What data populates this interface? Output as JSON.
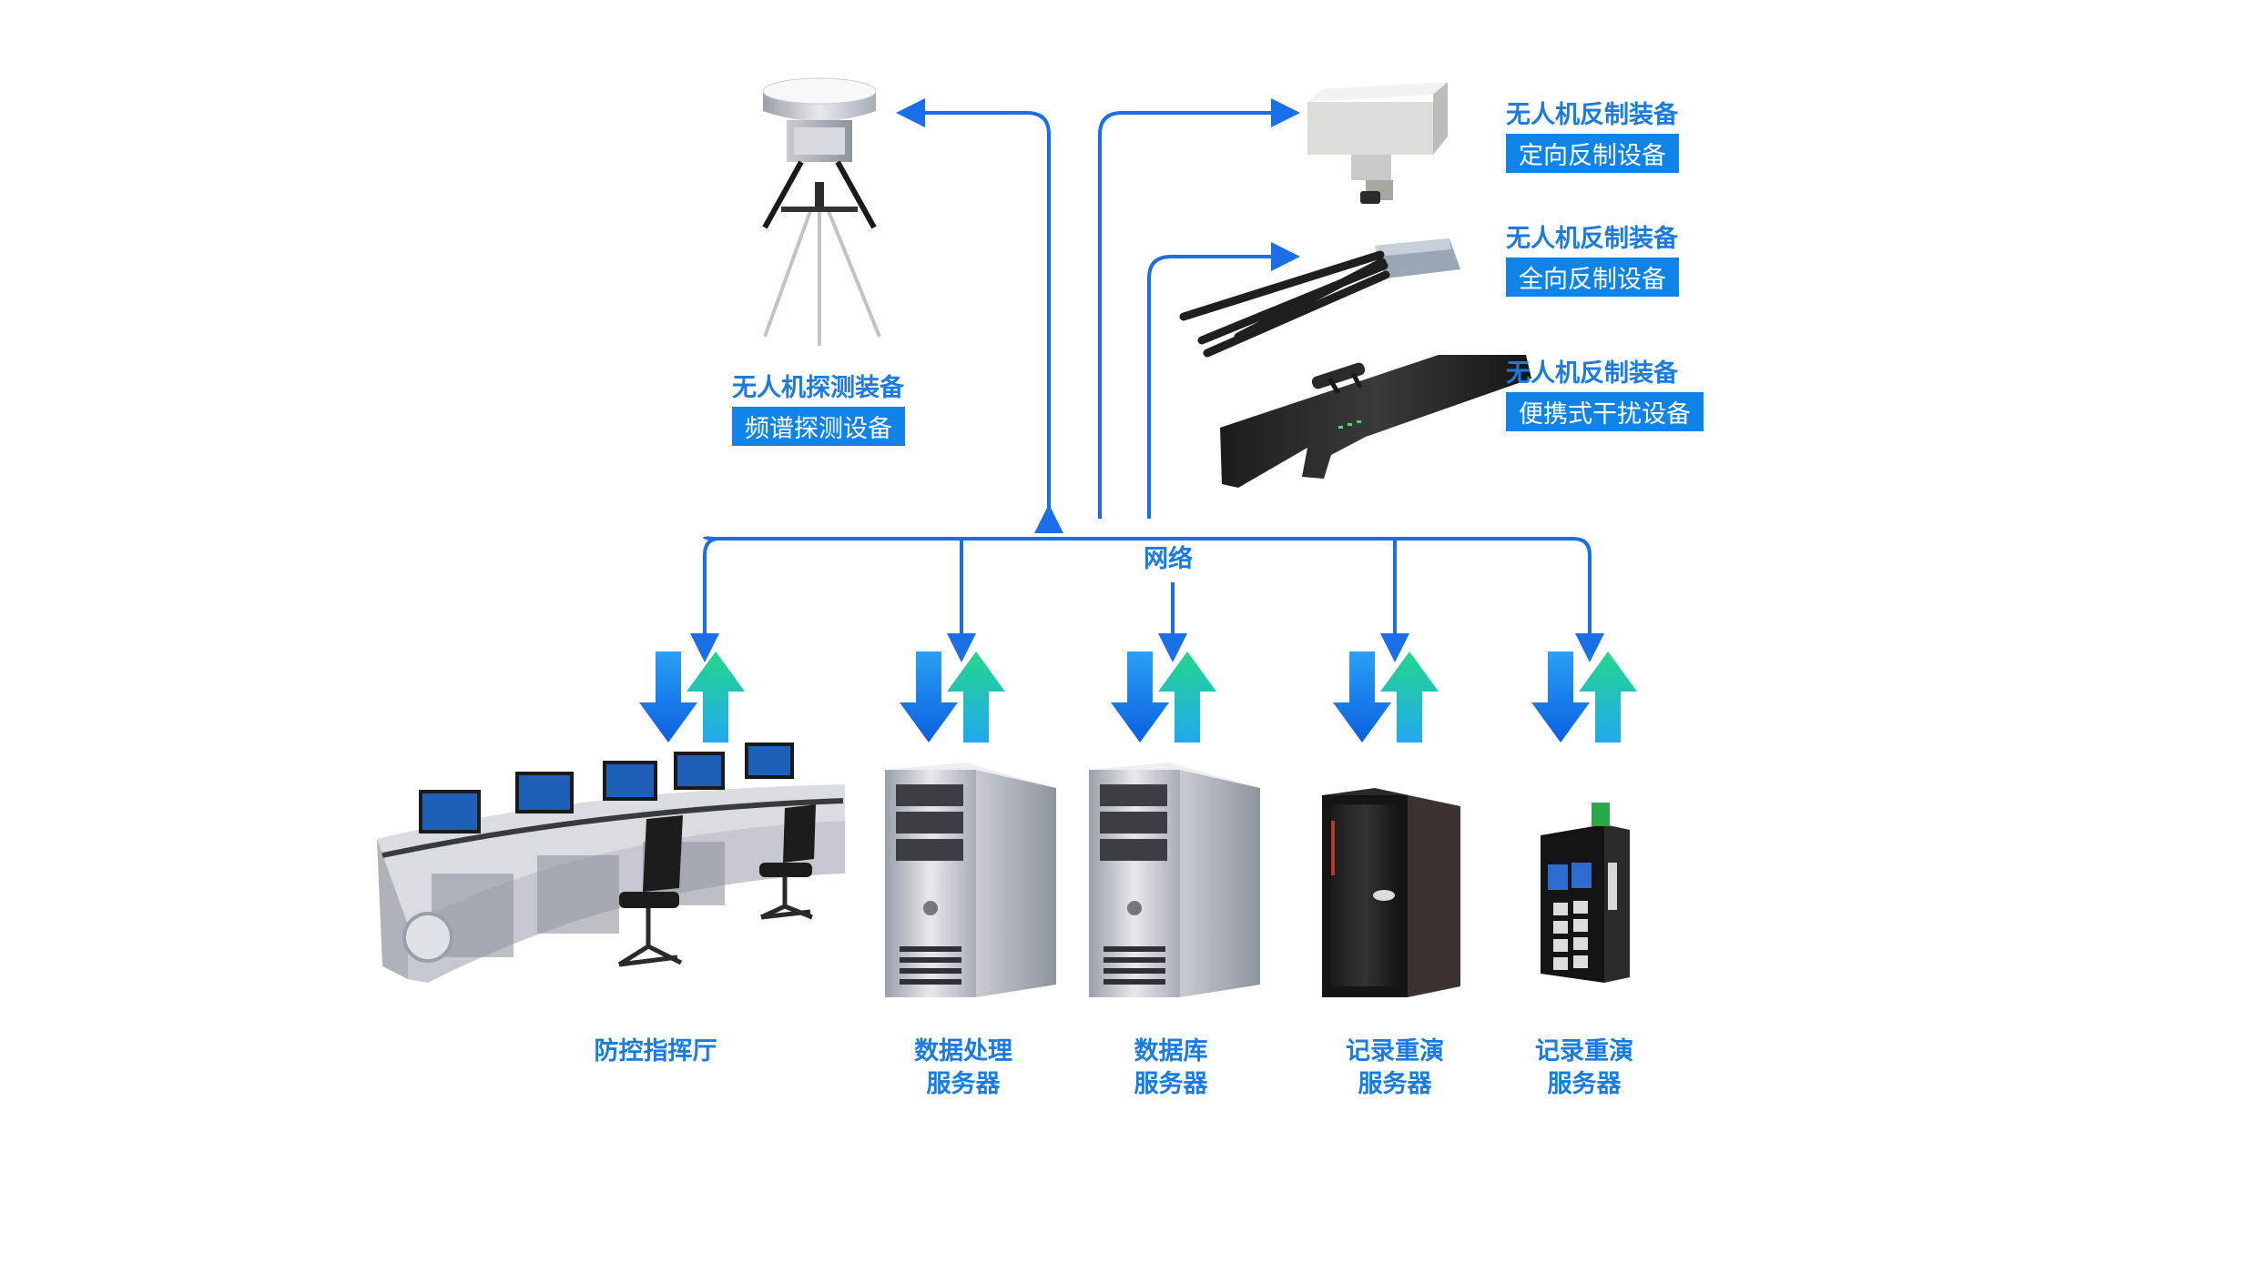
{
  "network_label": "网络",
  "detection": {
    "title": "无人机探测装备",
    "subtitle": "频谱探测设备"
  },
  "countermeasures": [
    {
      "title": "无人机反制装备",
      "subtitle": "定向反制设备"
    },
    {
      "title": "无人机反制装备",
      "subtitle": "全向反制设备"
    },
    {
      "title": "无人机反制装备",
      "subtitle": "便携式干扰设备"
    }
  ],
  "nodes": [
    {
      "line1": "防控指挥厅",
      "line2": ""
    },
    {
      "line1": "数据处理",
      "line2": "服务器"
    },
    {
      "line1": "数据库",
      "line2": "服务器"
    },
    {
      "line1": "记录重演",
      "line2": "服务器"
    },
    {
      "line1": "记录重演",
      "line2": "服务器"
    }
  ],
  "colors": {
    "line": "#1a6fe8",
    "label": "#1a7be0",
    "box": "#0f83e8",
    "arrow_down": "#0c6fe6",
    "arrow_up": "#1fd08a"
  }
}
